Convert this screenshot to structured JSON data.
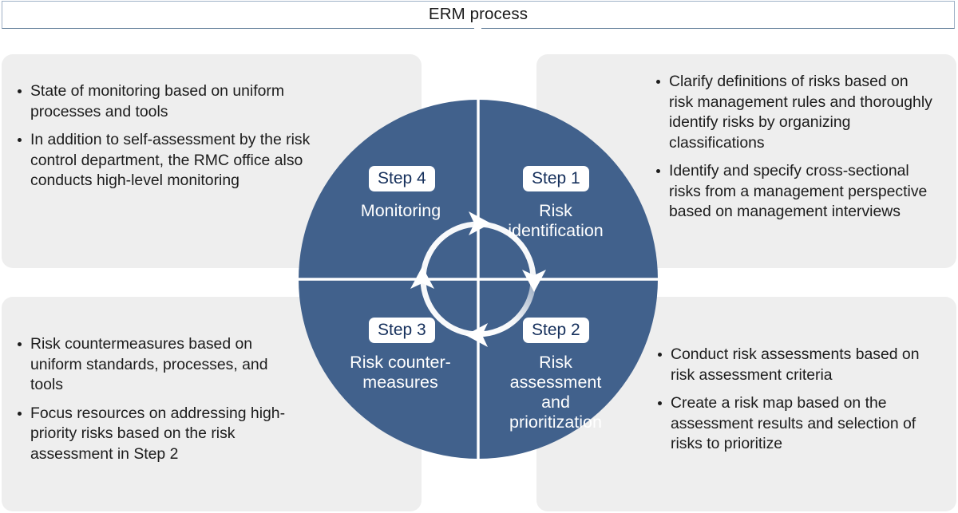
{
  "header": {
    "title": "ERM process"
  },
  "colors": {
    "circle_navy": "#41618c",
    "panel_gray": "#eeeeee",
    "pill_text_navy": "#16305c",
    "header_border": "#53718f",
    "page_background": "#ffffff"
  },
  "diagram": {
    "type": "cycle",
    "direction": "clockwise",
    "quadrants": [
      {
        "step_label": "Step 1",
        "title": "Risk\nidentification",
        "position": "top-right",
        "bullets": [
          "Clarify definitions of risks based on risk management rules and thoroughly identify risks by organizing classifications",
          "Identify and specify cross-sectional risks from a management perspective based on management interviews"
        ]
      },
      {
        "step_label": "Step 2",
        "title": "Risk\nassessment\nand\nprioritization",
        "position": "bottom-right",
        "bullets": [
          "Conduct risk assessments based on risk assessment criteria",
          "Create a risk map based on the assessment results and selection of risks to prioritize"
        ]
      },
      {
        "step_label": "Step 3",
        "title": "Risk counter-\nmeasures",
        "position": "bottom-left",
        "bullets": [
          "Risk countermeasures based on uniform standards, processes, and tools",
          "Focus resources on addressing high-priority risks based on the risk assessment in Step 2"
        ]
      },
      {
        "step_label": "Step 4",
        "title": "Monitoring",
        "position": "top-left",
        "bullets": [
          "State of monitoring based on uniform processes and tools",
          "In addition to self-assessment by the risk control department, the RMC office also conducts high-level monitoring"
        ]
      }
    ]
  }
}
